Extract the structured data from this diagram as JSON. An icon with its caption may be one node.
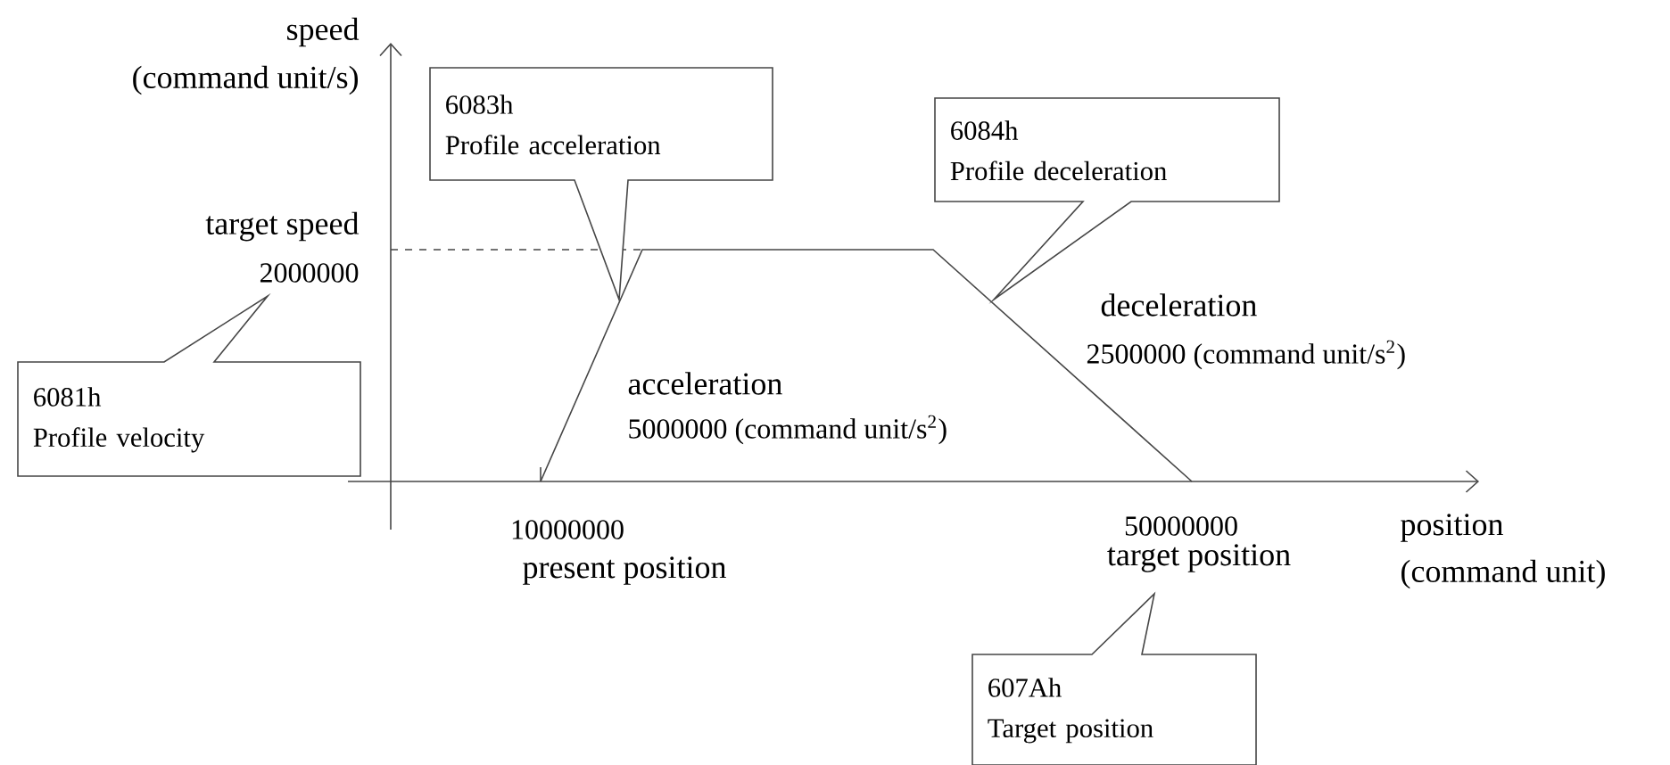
{
  "diagram": {
    "nodes": [
      {
        "text": [
          "6083h",
          "Profile acceleration"
        ]
      },
      {
        "text": [
          "6084h",
          "Profile deceleration"
        ]
      },
      {
        "text": [
          "6081h",
          "Profile velocity"
        ]
      },
      {
        "text": [
          "607Ah",
          "Target position"
        ]
      }
    ],
    "labels": [
      "speed",
      "(command unit/s)",
      "target speed",
      "2000000",
      "acceleration",
      "5000000 (command unit/s$^{2}$)",
      "deceleration",
      "2500000 (command unit/s$^{2}$)",
      "10000000",
      "present position",
      "50000000",
      "target position",
      "position",
      "(command unit)"
    ]
  }
}
